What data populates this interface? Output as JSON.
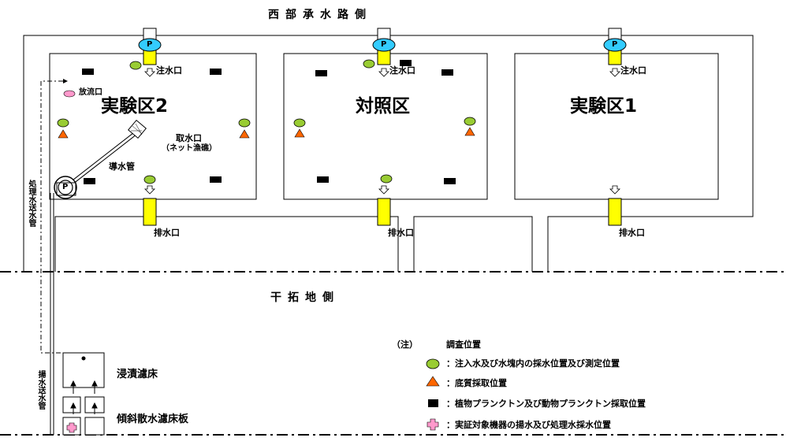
{
  "header": {
    "west_label": "西部承水路側"
  },
  "south_label": "干拓地側",
  "plots": {
    "left": {
      "name": "実験区2"
    },
    "center": {
      "name": "対照区"
    },
    "right": {
      "name": "実験区1"
    }
  },
  "labels": {
    "inlet": "注水口",
    "outlet": "排水口",
    "discharge": "放流口",
    "intake": "取水口",
    "intake_note": "（ネット漁礁）",
    "pipe": "導水管",
    "pump": "P",
    "treated_water": "処理水送水管",
    "drain_pipe": "揚水送水管",
    "soak_filter": "浸漬濾床",
    "slope_filter": "傾斜散水濾床板"
  },
  "legend": {
    "note": "（注）",
    "title": "調査位置",
    "items": [
      {
        "icon": "green-circle-icon",
        "text": "：注入水及び水塊内の採水位置及び測定位置"
      },
      {
        "icon": "orange-triangle-icon",
        "text": "：底質採取位置"
      },
      {
        "icon": "black-square-icon",
        "text": "：植物プランクトン及び動物プランクトン採取位置"
      },
      {
        "icon": "pink-cross-icon",
        "text": "：実証対象機器の揚水及び処理水採水位置"
      }
    ]
  },
  "colors": {
    "circle": "#99cc33",
    "triangle": "#ff6600",
    "square": "#000000",
    "cross": "#ff99cc",
    "pump": "#33ccff",
    "gate": "#ffff00"
  }
}
